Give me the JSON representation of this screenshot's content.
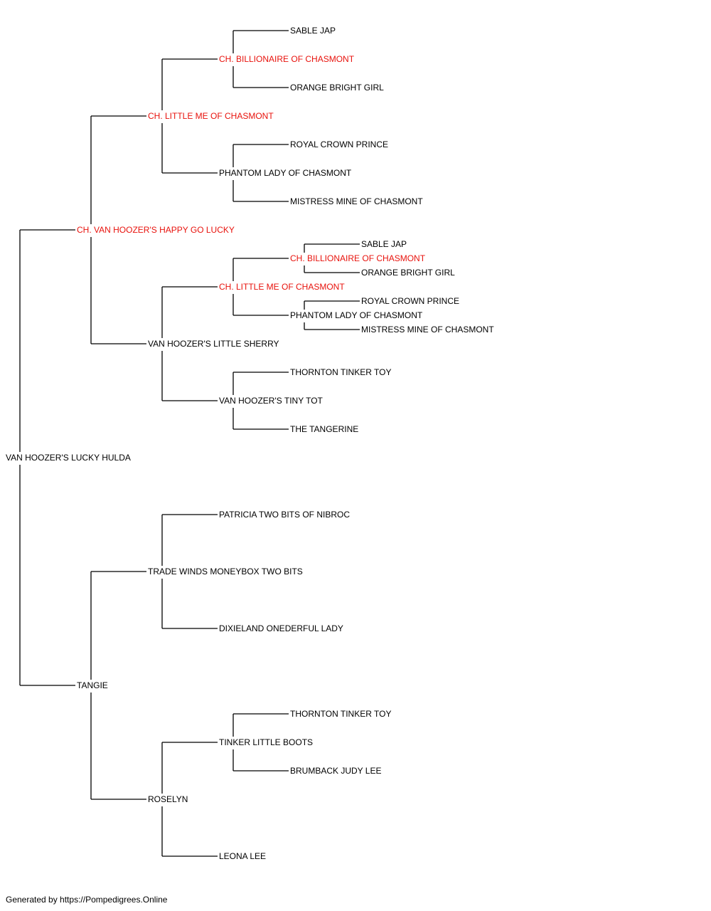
{
  "colors": {
    "champion": "#e8120c",
    "normal": "#000000",
    "line": "#000000"
  },
  "pedigree": {
    "name": "VAN HOOZER'S LUCKY HULDA",
    "sire": {
      "name": "CH. VAN HOOZER'S HAPPY GO LUCKY",
      "champion": true,
      "sire": {
        "name": "CH. LITTLE ME OF CHASMONT",
        "champion": true,
        "sire": {
          "name": "CH. BILLIONAIRE OF CHASMONT",
          "champion": true,
          "sire": {
            "name": "SABLE JAP"
          },
          "dam": {
            "name": "ORANGE BRIGHT GIRL"
          }
        },
        "dam": {
          "name": "PHANTOM LADY OF CHASMONT",
          "sire": {
            "name": "ROYAL CROWN PRINCE"
          },
          "dam": {
            "name": "MISTRESS MINE OF CHASMONT"
          }
        }
      },
      "dam": {
        "name": "VAN HOOZER'S LITTLE SHERRY",
        "sire": {
          "name": "CH. LITTLE ME OF CHASMONT",
          "champion": true,
          "sire": {
            "name": "CH. BILLIONAIRE OF CHASMONT",
            "champion": true,
            "sire": {
              "name": "SABLE JAP"
            },
            "dam": {
              "name": "ORANGE BRIGHT GIRL"
            }
          },
          "dam": {
            "name": "PHANTOM LADY OF CHASMONT",
            "sire": {
              "name": "ROYAL CROWN PRINCE"
            },
            "dam": {
              "name": "MISTRESS MINE OF CHASMONT"
            }
          }
        },
        "dam": {
          "name": "VAN HOOZER'S TINY TOT",
          "sire": {
            "name": "THORNTON TINKER TOY"
          },
          "dam": {
            "name": "THE TANGERINE"
          }
        }
      }
    },
    "dam": {
      "name": "TANGIE",
      "sire": {
        "name": "TRADE WINDS MONEYBOX TWO BITS",
        "sire": {
          "name": "PATRICIA TWO BITS OF NIBROC"
        },
        "dam": {
          "name": "DIXIELAND ONEDERFUL LADY"
        }
      },
      "dam": {
        "name": "ROSELYN",
        "sire": {
          "name": "TINKER LITTLE BOOTS",
          "sire": {
            "name": "THORNTON TINKER TOY"
          },
          "dam": {
            "name": "BRUMBACK JUDY LEE"
          }
        },
        "dam": {
          "name": "LEONA LEE"
        }
      }
    }
  },
  "footer": {
    "text": "Generated by https://Pompedigrees.Online"
  }
}
